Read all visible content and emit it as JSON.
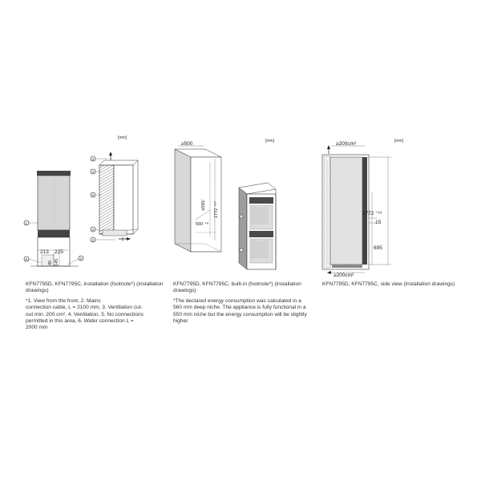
{
  "panels": [
    {
      "unit": "[mm]",
      "caption": "KFN7795D, KFN7795C, installation (footnote*) (installation drawings)",
      "dims": {
        "d213": "213",
        "d225": "225",
        "d45": "45",
        "d145": "145"
      },
      "markers": [
        "1",
        "2",
        "3",
        "4",
        "5",
        "6"
      ],
      "notes": [
        "*1.                View from the front, 2.        Mains",
        "connection cable, L = 2100 mm, 3.           Ventilation cut-",
        "out min. 200 cm², 4.            Ventilation, 5. No connections",
        "permitted in this area, 6.         Water connection L =",
        "2000 mm"
      ]
    },
    {
      "unit": "[mm]",
      "caption": "KFN7795D, KFN7795C, built-in (footnote*) (installation drawings)",
      "dims": {
        "d500": "≥500",
        "d550": "≥550/",
        "d560": "560 ⁺⁸",
        "d1772": "1772 ⁺¹⁰"
      },
      "notes": [
        "*The declared energy consumption was calculated in a",
        "560 mm deep niche. The appliance is fully functional in a",
        "550 mm niche but the energy consumption will be slightly",
        "higher."
      ]
    },
    {
      "unit": "[mm]",
      "caption": "KFN7795D, KFN7795C, side view (installation drawings)",
      "dims": {
        "top": "≥200cm²",
        "bottom": "≥200cm²",
        "h1772": "1772 ⁺¹⁶",
        "h15": "15",
        "h695": "695"
      }
    }
  ]
}
